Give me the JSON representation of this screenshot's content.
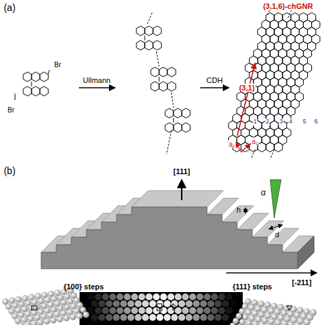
{
  "diagram": {
    "labels": [
      "(a)",
      "Br",
      "Br",
      "Ullmann",
      "CDH",
      "(3,1,6)-chGNR",
      "(3,1)",
      "1",
      "2",
      "3",
      "4",
      "5",
      "6",
      "a₁",
      "a₂",
      "(b)",
      "[111]",
      "h",
      "α",
      "d",
      "[-211]",
      "{100} steps",
      "{111} steps"
    ]
  }
}
